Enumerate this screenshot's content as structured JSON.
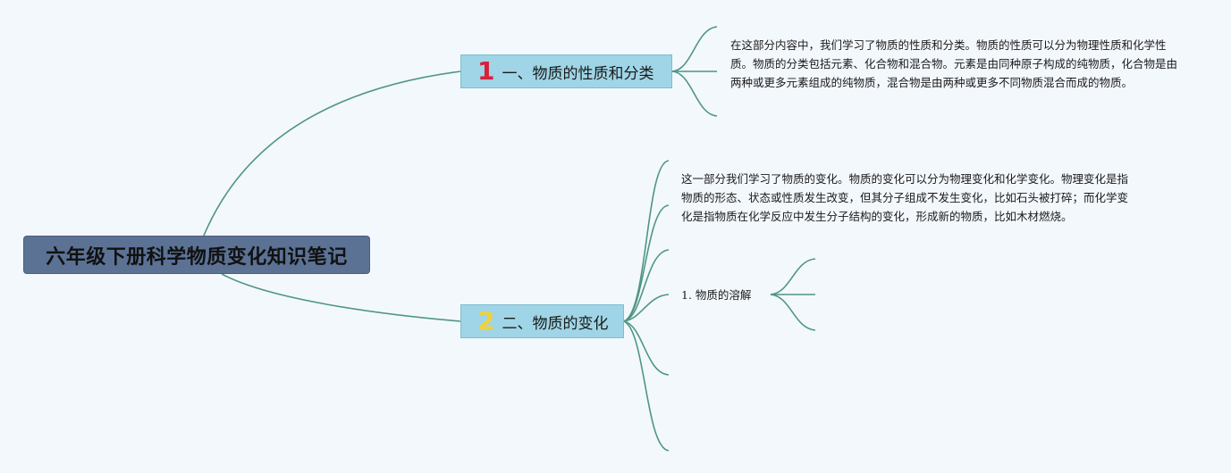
{
  "root": {
    "title": "六年级下册科学物质变化知识笔记"
  },
  "branches": [
    {
      "number": "1",
      "title": "一、物质的性质和分类",
      "note": "在这部分内容中，我们学习了物质的性质和分类。物质的性质可以分为物理性质和化学性质。物质的分类包括元素、化合物和混合物。元素是由同种原子构成的纯物质，化合物是由两种或更多元素组成的纯物质，混合物是由两种或更多不同物质混合而成的物质。"
    },
    {
      "number": "2",
      "title": "二、物质的变化",
      "note": "这一部分我们学习了物质的变化。物质的变化可以分为物理变化和化学变化。物理变化是指物质的形态、状态或性质发生改变，但其分子组成不发生变化，比如石头被打碎；而化学变化是指物质在化学反应中发生分子结构的变化，形成新的物质，比如木材燃烧。",
      "children": [
        {
          "label": "1. 物质的溶解"
        }
      ]
    }
  ],
  "colors": {
    "background": "#f3f8fd",
    "connector": "#4f9683",
    "root_fill": "#5b7295",
    "branch_fill": "#9fd5e6",
    "badge_1": "#d81f3c",
    "badge_2": "#f3d03a"
  }
}
